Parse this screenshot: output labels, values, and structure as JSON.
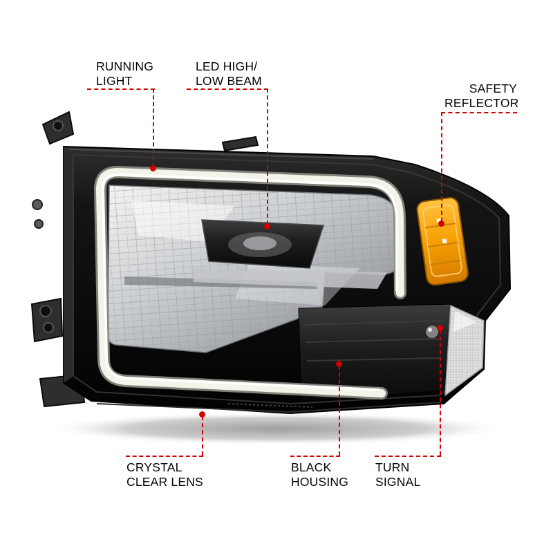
{
  "colors": {
    "accent_red": "#d40000",
    "housing_black": "#121212",
    "chrome_silver": "#c7c9cc",
    "led_bar_white": "#f4f3ea",
    "amber_reflector": "#f79e00",
    "amber_inner": "#ffd27a",
    "smoked_lens": "#1c1c1c"
  },
  "callouts": [
    {
      "id": "running-light",
      "lines": [
        "RUNNING",
        "LIGHT"
      ]
    },
    {
      "id": "led-high-low-beam",
      "lines": [
        "LED HIGH/",
        "LOW BEAM"
      ]
    },
    {
      "id": "safety-reflector",
      "lines": [
        "SAFETY",
        "REFLECTOR"
      ]
    },
    {
      "id": "crystal-clear-lens",
      "lines": [
        "CRYSTAL",
        "CLEAR LENS"
      ]
    },
    {
      "id": "black-housing",
      "lines": [
        "BLACK",
        "HOUSING"
      ]
    },
    {
      "id": "turn-signal",
      "lines": [
        "TURN",
        "SIGNAL"
      ]
    }
  ]
}
